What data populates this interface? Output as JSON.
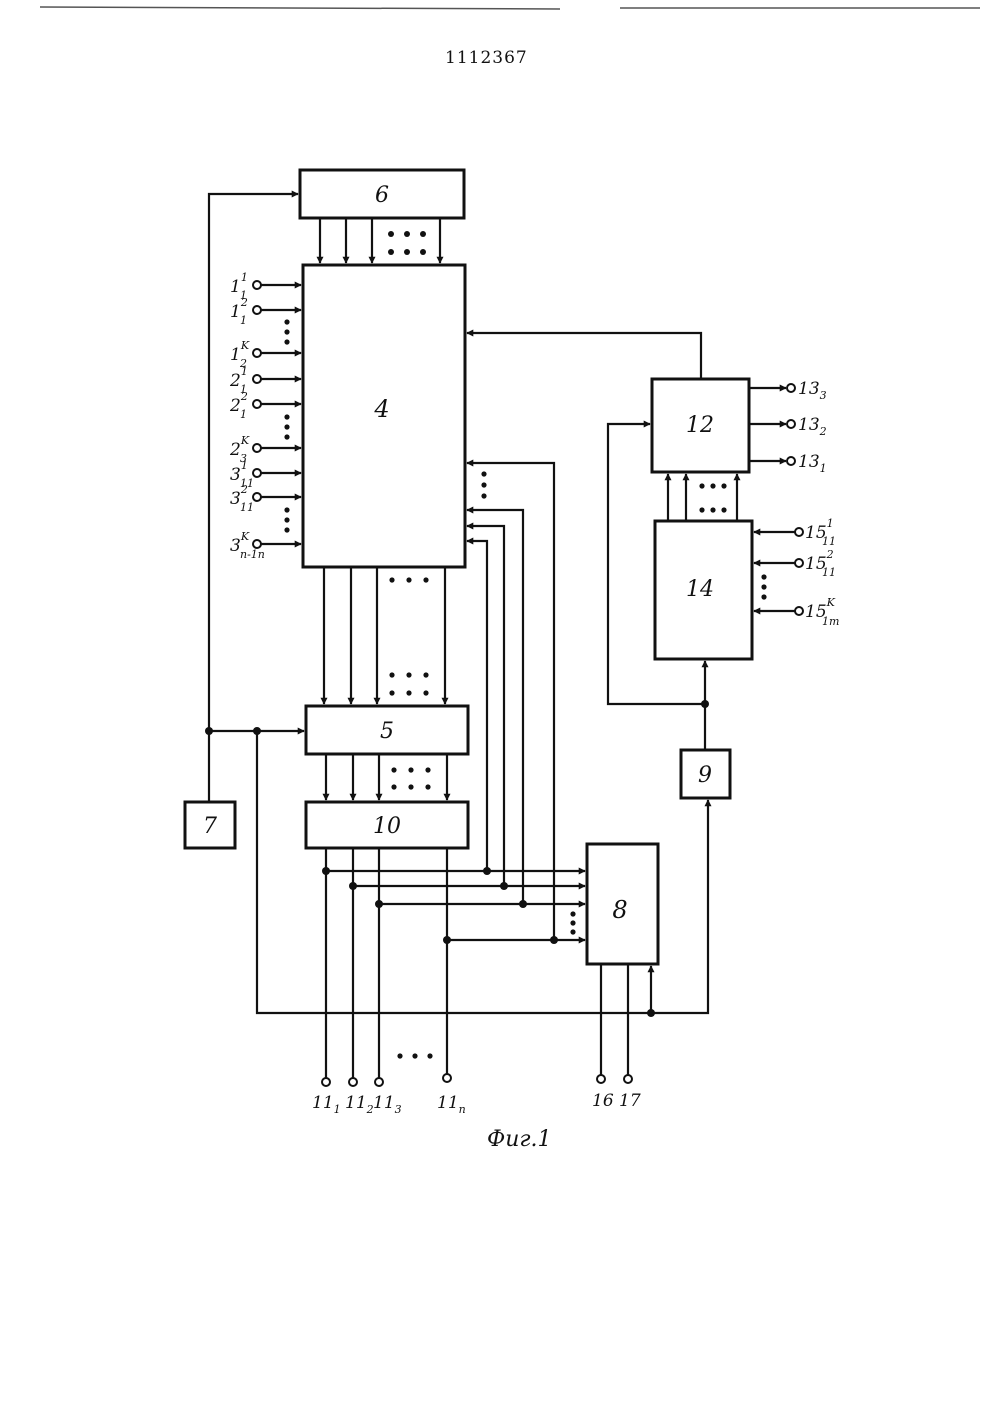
{
  "document": {
    "number": "1112367",
    "caption": "Фиг.1"
  },
  "blocks": {
    "b4": "4",
    "b5": "5",
    "b6": "6",
    "b7": "7",
    "b8": "8",
    "b9": "9",
    "b10": "10",
    "b12": "12",
    "b14": "14"
  },
  "inputs_left": [
    {
      "base": "1",
      "sub": "1",
      "sup": "1"
    },
    {
      "base": "1",
      "sub": "1",
      "sup": "2"
    },
    {
      "base": "1",
      "sub": "2",
      "sup": "K"
    },
    {
      "base": "2",
      "sub": "1",
      "sup": "1"
    },
    {
      "base": "2",
      "sub": "1",
      "sup": "2"
    },
    {
      "base": "2",
      "sub": "3",
      "sup": "K"
    },
    {
      "base": "3",
      "sub": "11",
      "sup": "1"
    },
    {
      "base": "3",
      "sub": "11",
      "sup": "2"
    },
    {
      "base": "3",
      "sub": "n-1n",
      "sup": "K"
    }
  ],
  "inputs_right": [
    {
      "base": "15",
      "sub": "11",
      "sup": "1"
    },
    {
      "base": "15",
      "sub": "11",
      "sup": "2"
    },
    {
      "base": "15",
      "sub": "1m",
      "sup": "K"
    }
  ],
  "outputs_12": [
    {
      "base": "13",
      "sub": "3"
    },
    {
      "base": "13",
      "sub": "2"
    },
    {
      "base": "13",
      "sub": "1"
    }
  ],
  "outputs_bottom": [
    {
      "base": "11",
      "sub": "1"
    },
    {
      "base": "11",
      "sub": "2"
    },
    {
      "base": "11",
      "sub": "3"
    },
    {
      "base": "11",
      "sub": "n"
    }
  ],
  "outputs_8": [
    {
      "label": "16"
    },
    {
      "label": "17"
    }
  ]
}
